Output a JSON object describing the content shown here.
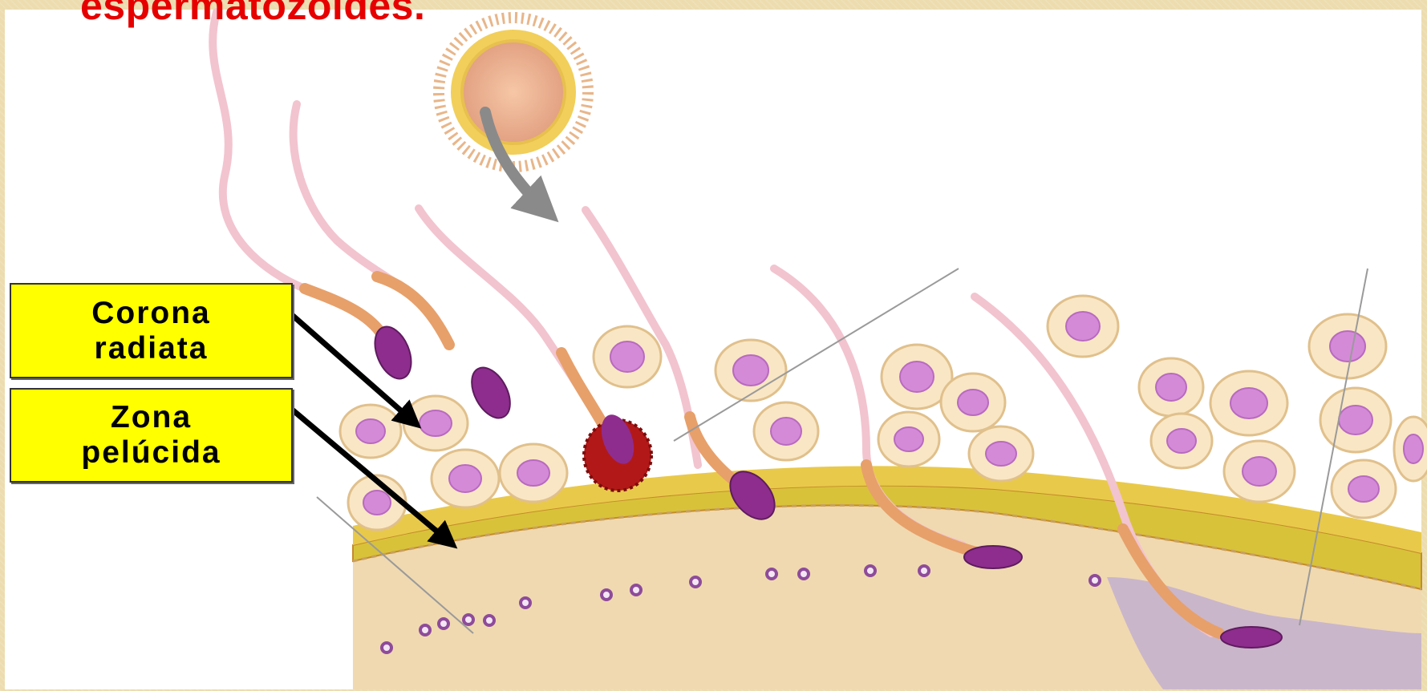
{
  "title": "espermatozoides.",
  "labels": {
    "corona": {
      "line1": "Corona",
      "line2": "radiata"
    },
    "zona": {
      "line1": "Zona",
      "line2": "pelúcida"
    }
  },
  "colors": {
    "title": "#e60000",
    "label_background": "#ffff00",
    "zona_pellucida": "#d8c23a",
    "follicle_cell_nucleus": "#d58ad8",
    "sperm_head": "#8e2d8e",
    "acrosome_reaction": "#b31818",
    "egg_cytoplasm": "#f0d9b0"
  }
}
